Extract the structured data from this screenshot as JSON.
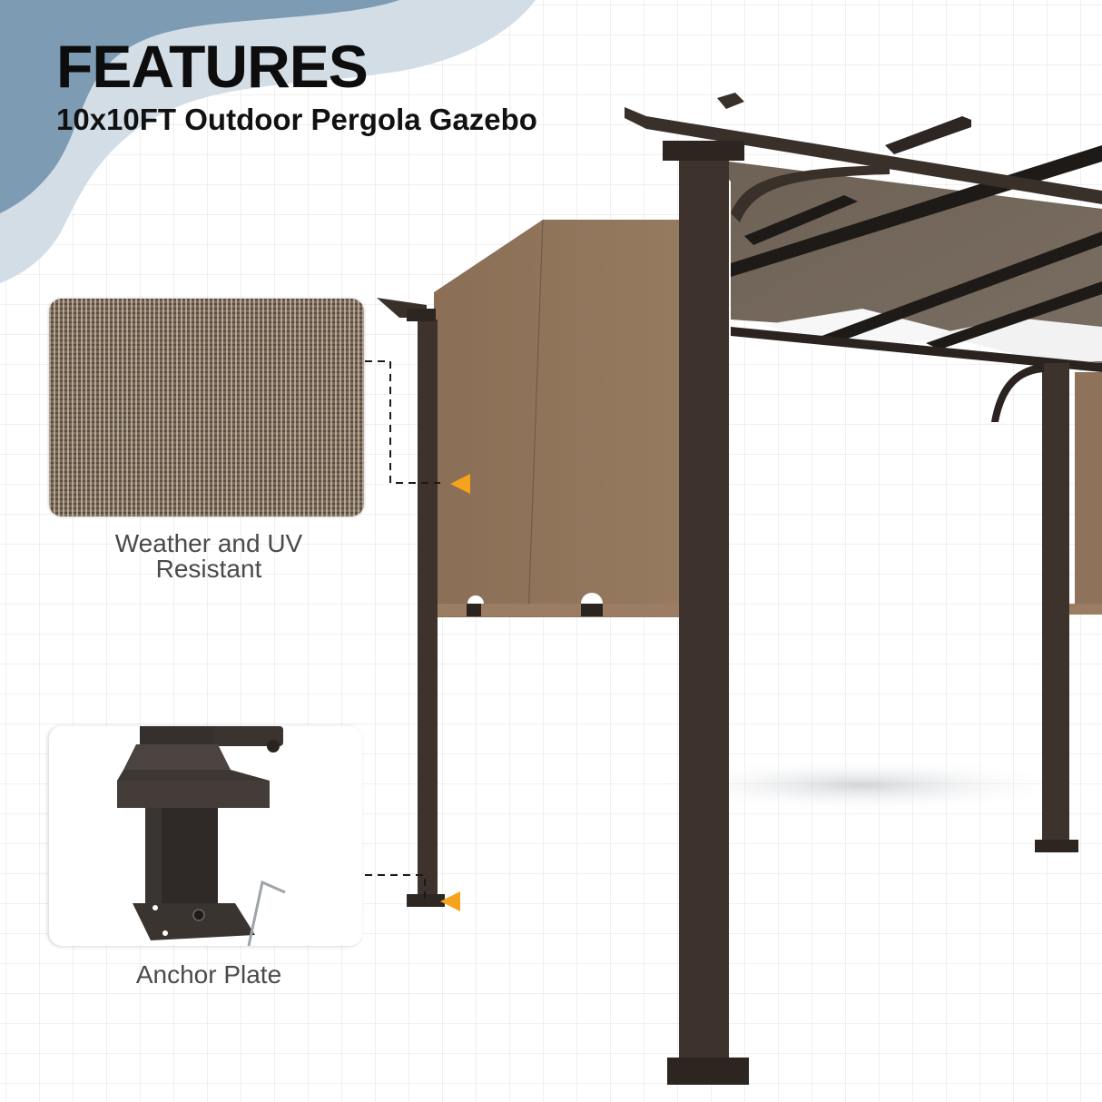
{
  "header": {
    "title": "FEATURES",
    "subtitle": "10x10FT Outdoor Pergola Gazebo"
  },
  "features": [
    {
      "name": "shade-fabric",
      "caption_line1": "Weather and UV",
      "caption_line2": "Resistant",
      "visual": "fabric-mesh-closeup"
    },
    {
      "name": "anchor-plate",
      "caption_line1": "Anchor Plate",
      "visual": "post-base-closeup"
    }
  ],
  "colors": {
    "background": "#ffffff",
    "grid": "#e6e6e6",
    "blob_dark": "#7e9bb4",
    "blob_light": "#d3dde6",
    "frame_brown": "#3d332c",
    "fabric_tan": "#8d7158",
    "canopy_brown": "#73665a",
    "accent_orange": "#f7a21b",
    "title_text": "#0d0d0d",
    "caption_text": "#4a4a4a"
  }
}
